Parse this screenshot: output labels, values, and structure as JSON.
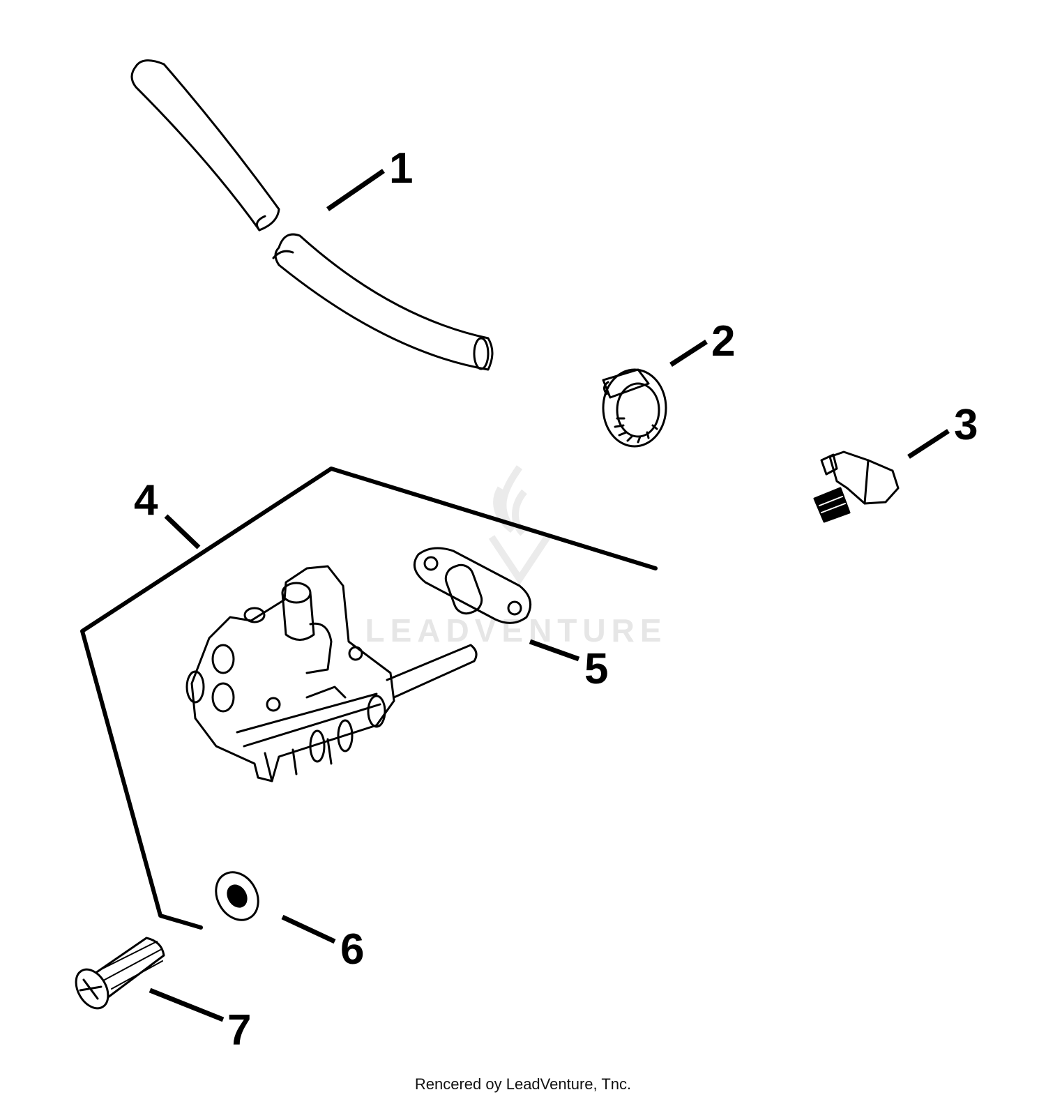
{
  "watermark": {
    "text": "LEADVENTURE",
    "icon": "flame-logo-icon"
  },
  "callouts": [
    {
      "id": 1,
      "label": "1",
      "part": "fuel-hose"
    },
    {
      "id": 2,
      "label": "2",
      "part": "hose-clamp"
    },
    {
      "id": 3,
      "label": "3",
      "part": "elbow-fitting"
    },
    {
      "id": 4,
      "label": "4",
      "part": "fuel-pump-kit"
    },
    {
      "id": 5,
      "label": "5",
      "part": "gasket"
    },
    {
      "id": 6,
      "label": "6",
      "part": "washer"
    },
    {
      "id": 7,
      "label": "7",
      "part": "screw"
    }
  ],
  "footer": {
    "credit": "Rencered oy LeadVenture, Tnc."
  },
  "colors": {
    "line": "#000000",
    "watermark": "#e6e6e6",
    "background": "#ffffff"
  }
}
